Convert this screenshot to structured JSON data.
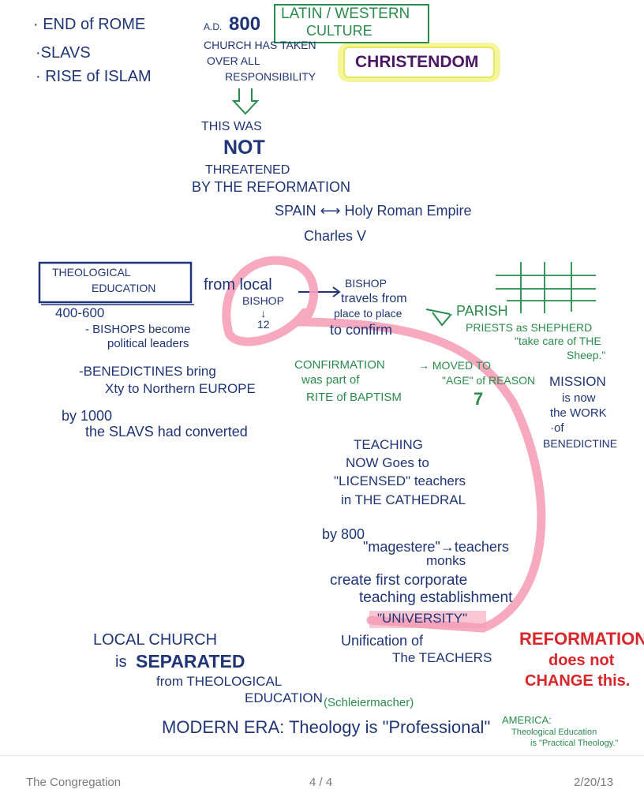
{
  "colors": {
    "blue_ink": "#1f3577",
    "green_ink": "#2a8c4c",
    "red_ink": "#d8262a",
    "purple_ink": "#4a1763",
    "highlight_yellow": "#f3f58a",
    "highlight_pink": "#f5a0b8"
  },
  "notes": {
    "intro": [
      "· END of ROME",
      "·SLAVS",
      "· RISE of ISLAM"
    ],
    "ad_prefix": "A.D.",
    "ad_year": "800",
    "church_lines": [
      "CHURCH HAS TAKEN",
      "OVER ALL",
      "RESPONSIBILITY"
    ],
    "latin_box": [
      "LATIN / WESTERN",
      "CULTURE"
    ],
    "christendom": "CHRISTENDOM",
    "not_threatened": [
      "THIS WAS",
      "NOT",
      "THREATENED",
      "BY THE REFORMATION"
    ],
    "spain": "SPAIN ⟷ Holy Roman Empire",
    "charles": "Charles V",
    "theo_box": [
      "THEOLOGICAL",
      "EDUCATION"
    ],
    "from_local": "from local",
    "bishop": "BISHOP",
    "twelve": "↓\n12",
    "bishop_travels": [
      "BISHOP",
      "travels from",
      "place to place",
      "to confirm"
    ],
    "period": "400-600",
    "bishops_political": [
      "- BISHOPS become",
      "political leaders"
    ],
    "benedictines": [
      "-BENEDICTINES bring",
      "Xty to Northern EUROPE"
    ],
    "by1000": [
      "by 1000",
      "the SLAVS had converted"
    ],
    "parish": "PARISH",
    "priests": [
      "PRIESTS as SHEPHERD",
      "\"take care of THE",
      "Sheep.\""
    ],
    "confirmation": [
      "CONFIRMATION",
      "was part of",
      "RITE of BAPTISM"
    ],
    "moved": [
      "→ MOVED TO",
      "\"AGE\" of REASON",
      "7"
    ],
    "mission": [
      "MISSION",
      "is now",
      "the WORK",
      "·of",
      "BENEDICTINE"
    ],
    "teaching": [
      "TEACHING",
      "NOW Goes to",
      "\"LICENSED\" teachers",
      "in THE CATHEDRAL"
    ],
    "by800": [
      "by 800",
      "\"magestere\"→teachers",
      "monks",
      "create first corporate",
      "teaching establishment"
    ],
    "university": "\"UNIVERSITY\"",
    "unification": [
      "Unification of",
      "The TEACHERS"
    ],
    "reformation": [
      "REFORMATION",
      "does not",
      "CHANGE this."
    ],
    "local_church": [
      "LOCAL CHURCH",
      "is",
      "SEPARATED",
      "from THEOLOGICAL",
      "EDUCATION"
    ],
    "schleiermacher": "(Schleiermacher)",
    "modern_era": "MODERN ERA: Theology is \"Professional\"",
    "america": [
      "AMERICA:",
      "Theological Education",
      "is \"Practical Theology.\""
    ]
  },
  "footer": {
    "title": "The Congregation",
    "page": "4 / 4",
    "date": "2/20/13"
  }
}
